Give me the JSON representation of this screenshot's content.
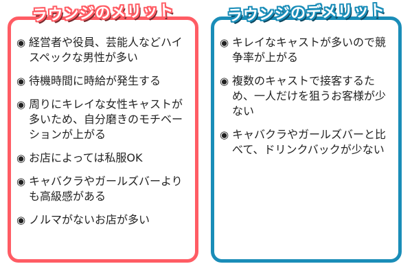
{
  "merits": {
    "title": "ラウンジのメリット",
    "bullet": "◉",
    "items": [
      "経営者や役員、芸能人などハイスペックな男性が多い",
      "待機時間に時給が発生する",
      "周りにキレイな女性キャストが多いため、自分磨きのモチベーションが上がる",
      "お店によっては私服OK",
      "キャバクラやガールズバーよりも高級感がある",
      "ノルマがないお店が多い"
    ]
  },
  "demerits": {
    "title": "ラウンジのデメリット",
    "bullet": "◉",
    "items": [
      "キレイなキャストが多いので競争率が上がる",
      "複数のキャストで接客するため、一人だけを狙うお客様が少ない",
      "キャバクラやガールズバーと比べて、ドリンクバックが少ない"
    ]
  },
  "colors": {
    "merits_border": "#ff5c64",
    "demerits_border": "#1a8db8"
  }
}
